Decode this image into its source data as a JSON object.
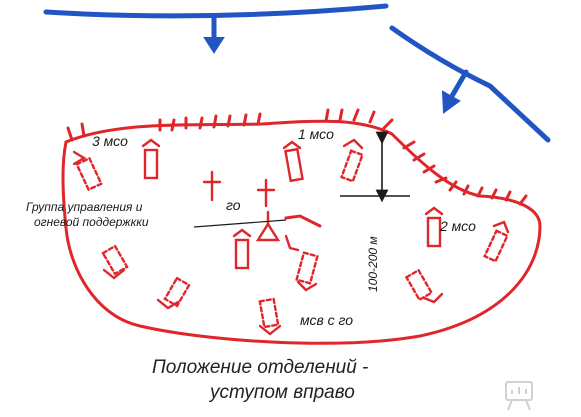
{
  "colors": {
    "enemy": "#2255c4",
    "own": "#e0262b",
    "text": "#1a1a1a"
  },
  "labels": {
    "squad_3": "3 мсо",
    "squad_1": "1 мсо",
    "squad_2": "2 мсо",
    "control_group_line1": "Группа управления и",
    "control_group_line2": "огневой поддержкки",
    "go_center": "го",
    "distance": "100-200 м",
    "platoon": "мсв с  го"
  },
  "caption": {
    "line1": "Положение отделений -",
    "line2": "уступом вправо"
  },
  "watermark_icon": "presentation-board-icon"
}
